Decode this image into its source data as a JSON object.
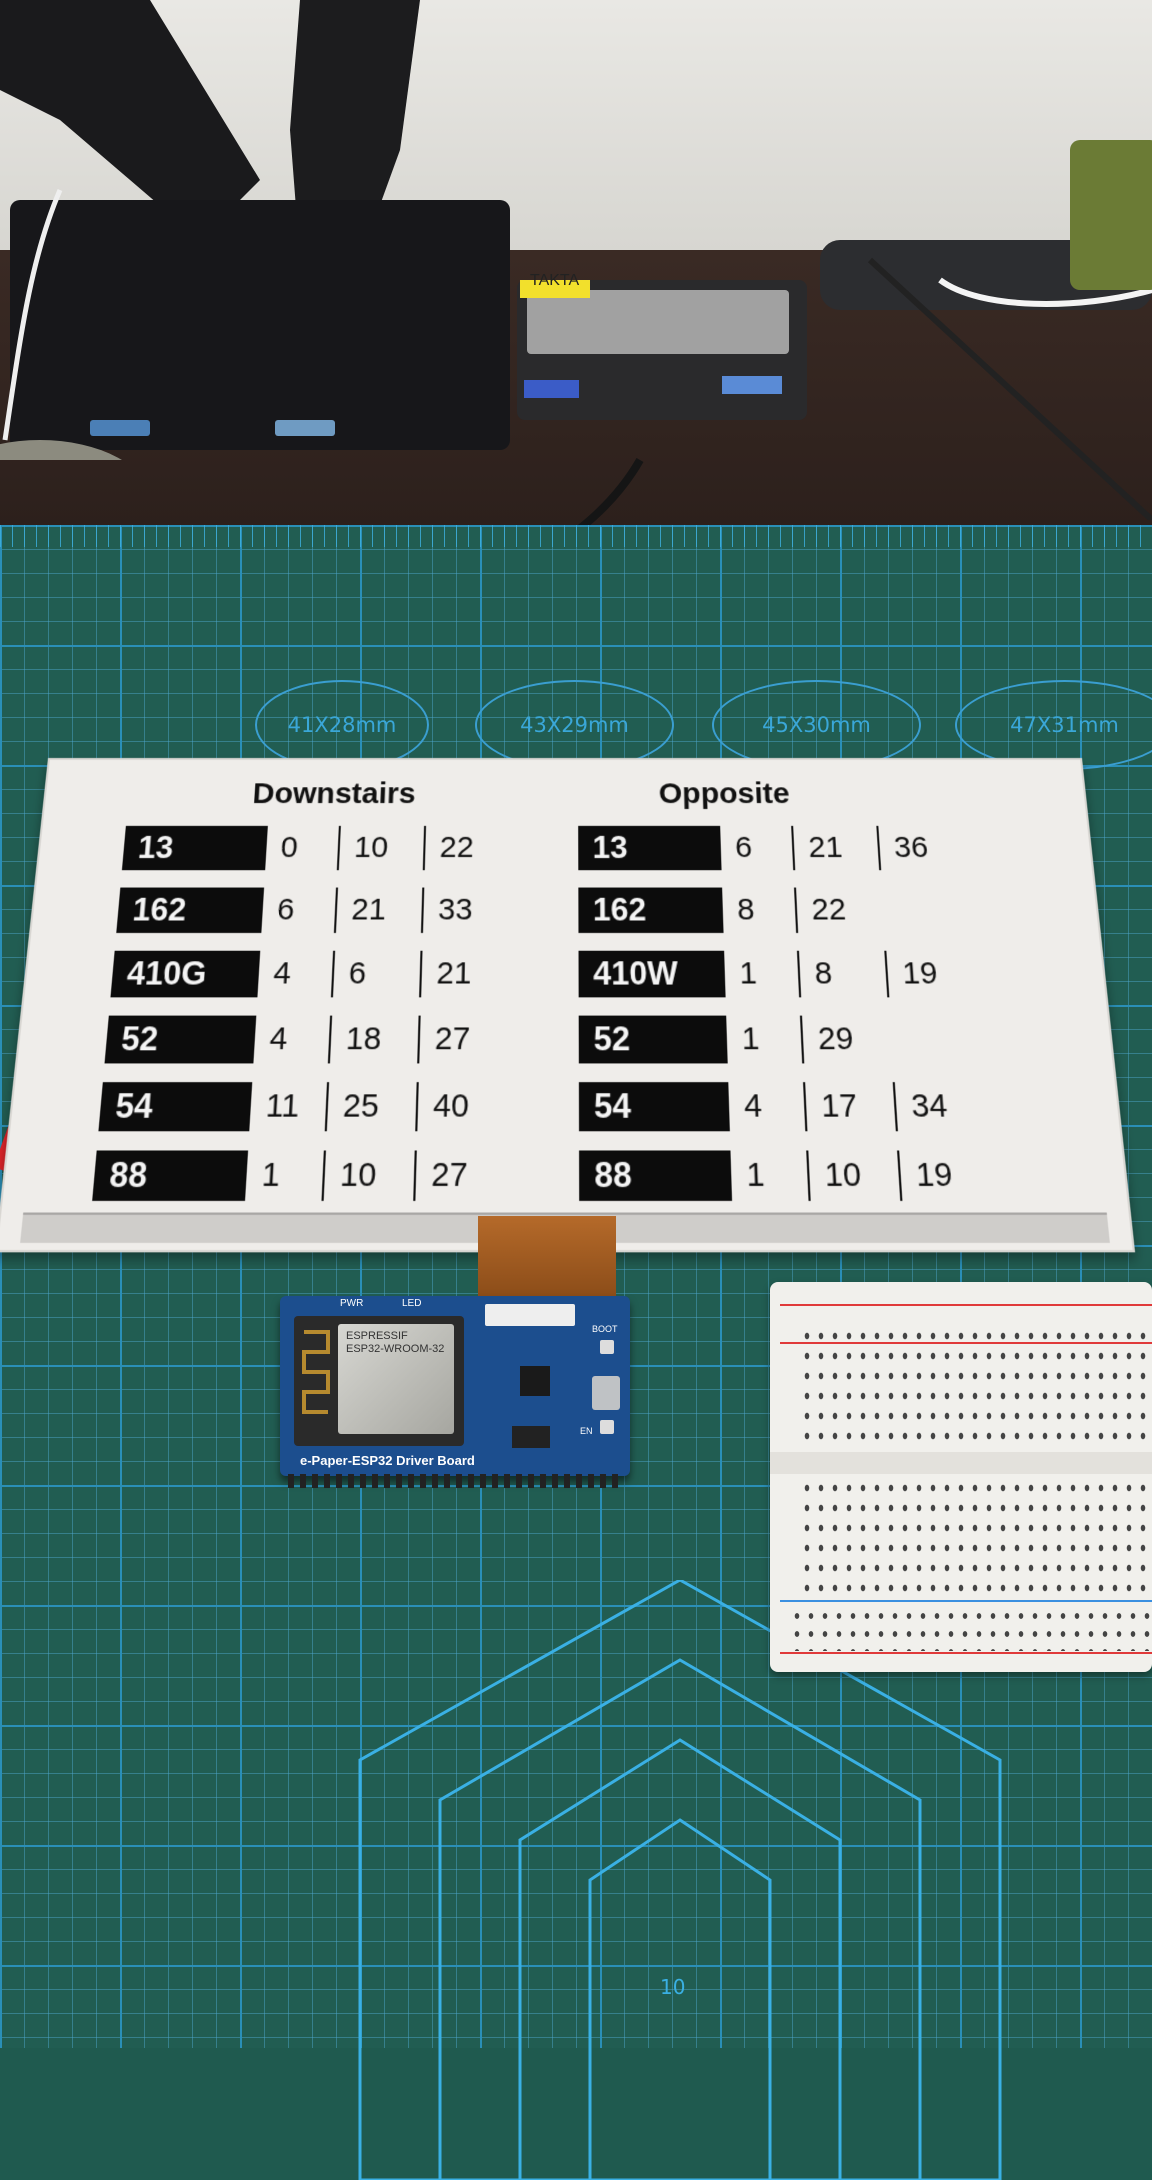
{
  "hub_label": "TAKTA",
  "mat_labels": [
    "41X28mm",
    "43X29mm",
    "45X30mm",
    "47X31mm"
  ],
  "mat_number": "10",
  "epaper": {
    "left_title": "Downstairs",
    "right_title": "Opposite",
    "left_rows": [
      {
        "route": "13",
        "times": [
          "0",
          "10",
          "22"
        ]
      },
      {
        "route": "162",
        "times": [
          "6",
          "21",
          "33"
        ]
      },
      {
        "route": "410G",
        "times": [
          "4",
          "6",
          "21"
        ]
      },
      {
        "route": "52",
        "times": [
          "4",
          "18",
          "27"
        ]
      },
      {
        "route": "54",
        "times": [
          "11",
          "25",
          "40"
        ]
      },
      {
        "route": "88",
        "times": [
          "1",
          "10",
          "27"
        ]
      }
    ],
    "right_rows": [
      {
        "route": "13",
        "times": [
          "6",
          "21",
          "36"
        ]
      },
      {
        "route": "162",
        "times": [
          "8",
          "22",
          ""
        ]
      },
      {
        "route": "410W",
        "times": [
          "1",
          "8",
          "19"
        ]
      },
      {
        "route": "52",
        "times": [
          "1",
          "29",
          ""
        ]
      },
      {
        "route": "54",
        "times": [
          "4",
          "17",
          "34"
        ]
      },
      {
        "route": "88",
        "times": [
          "1",
          "10",
          "19"
        ]
      }
    ]
  },
  "driver_board": {
    "label": "e-Paper-ESP32 Driver Board",
    "module_text": [
      "ESPRESSIF",
      "ESP32-WROOM-32"
    ],
    "pwr_label": "PWR",
    "led_label": "LED",
    "boot_label": "BOOT",
    "en_label": "EN"
  }
}
